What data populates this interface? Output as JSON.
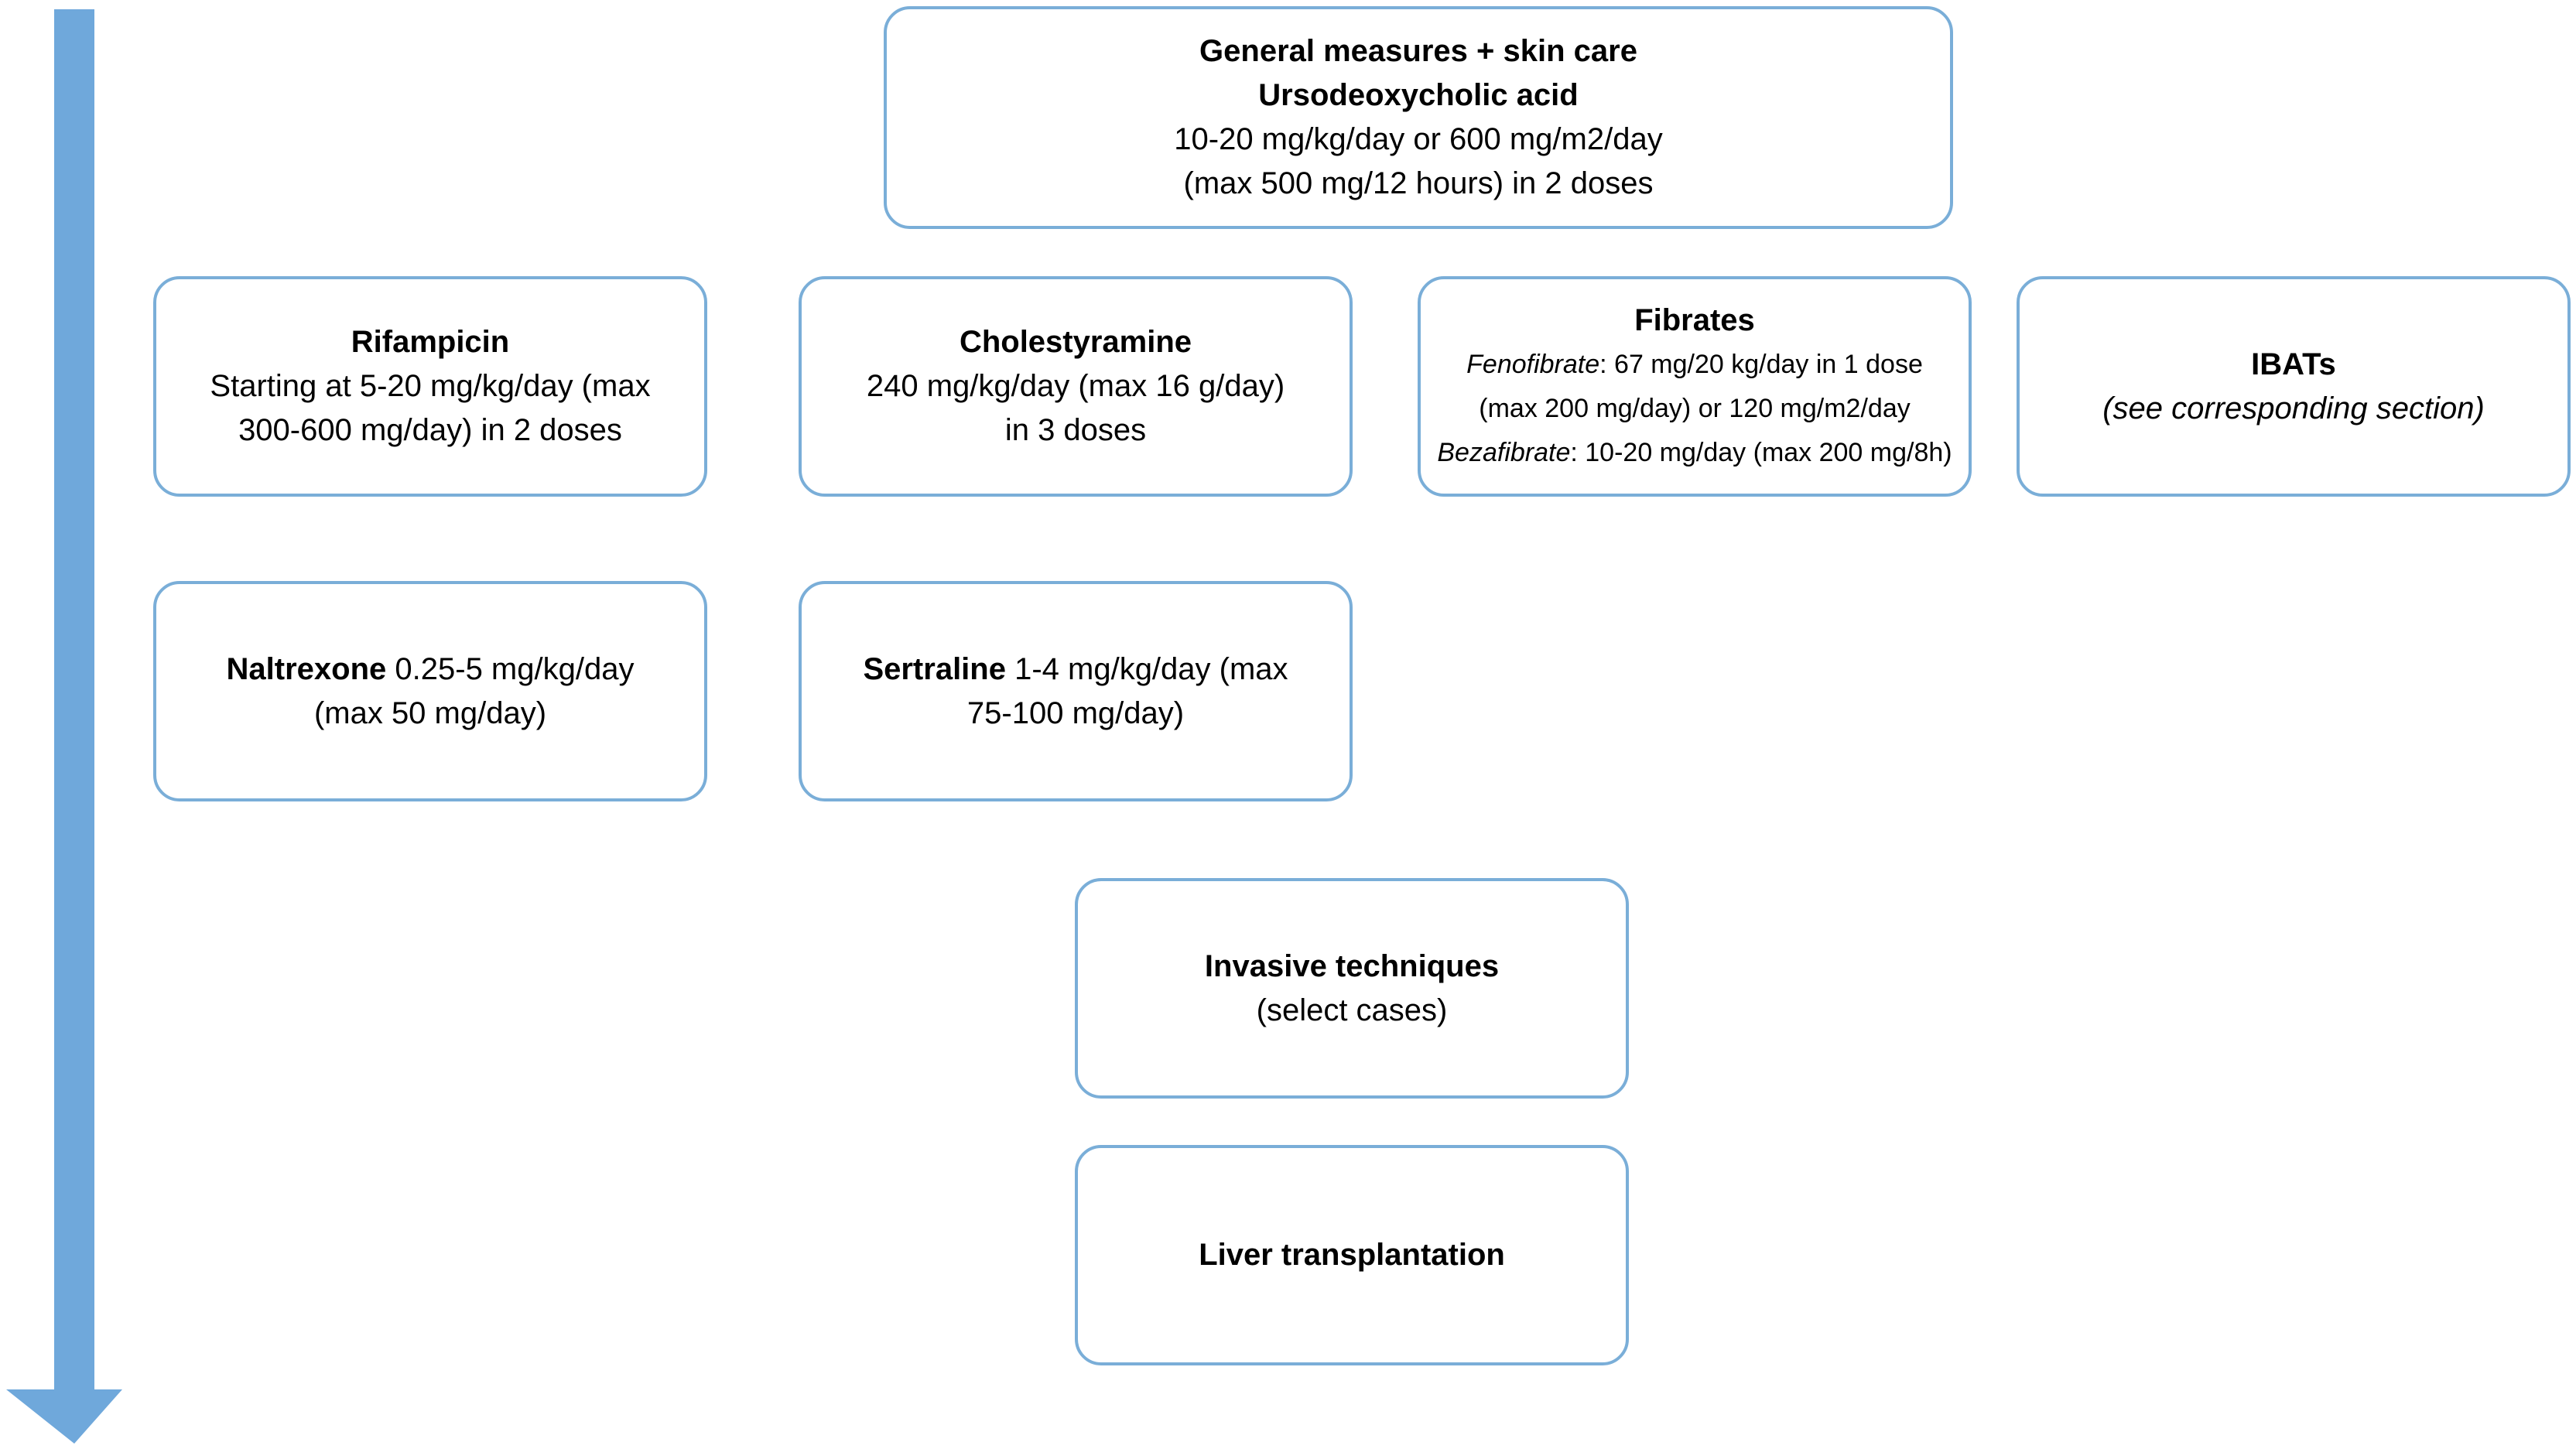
{
  "colors": {
    "arrow": "#6fa8db",
    "box_border": "#7aaed8",
    "background": "#ffffff",
    "text": "#000000"
  },
  "boxes": {
    "general": {
      "title1": "General measures + skin care",
      "title2": "Ursodeoxycholic acid",
      "line1": "10-20 mg/kg/day or 600 mg/m2/day",
      "line2": "(max 500 mg/12 hours) in 2 doses"
    },
    "rifampicin": {
      "title": "Rifampicin",
      "line1": "Starting at 5-20 mg/kg/day (max",
      "line2": "300-600 mg/day) in 2 doses"
    },
    "cholestyramine": {
      "title": "Cholestyramine",
      "line1": "240 mg/kg/day (max 16 g/day)",
      "line2": "in 3 doses"
    },
    "fibrates": {
      "title": "Fibrates",
      "feno_name": "Fenofibrate",
      "feno_dose": ": 67 mg/20 kg/day in 1 dose",
      "feno_line2": "(max 200 mg/day) or 120 mg/m2/day",
      "beza_name": "Bezafibrate",
      "beza_dose": ": 10-20 mg/day (max 200 mg/8h)"
    },
    "ibats": {
      "title": "IBATs",
      "note": "(see corresponding section)"
    },
    "naltrexone": {
      "name": "Naltrexone",
      "dose": " 0.25-5 mg/kg/day",
      "line2": "(max 50 mg/day)"
    },
    "sertraline": {
      "name": "Sertraline",
      "dose": " 1-4 mg/kg/day (max",
      "line2": "75-100 mg/day)"
    },
    "invasive": {
      "title": "Invasive techniques",
      "note": "(select cases)"
    },
    "liver": {
      "title": "Liver transplantation"
    }
  }
}
